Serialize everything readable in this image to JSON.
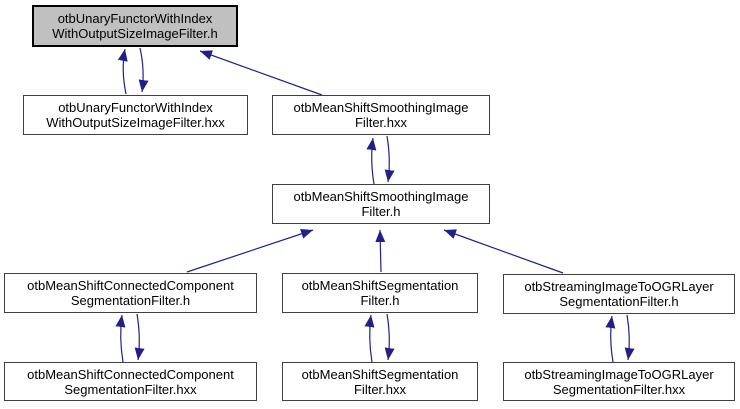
{
  "diagram": {
    "type": "include-dependency-graph",
    "colors": {
      "edge": "#20208a",
      "node_border": "#404040",
      "highlight_fill": "#c0c0c0",
      "highlight_border": "#000000",
      "node_fill": "#ffffff",
      "text": "#000000",
      "background": "#ffffff"
    },
    "nodes": [
      {
        "id": "otbUnaryFunctorWithIndexWithOutputSizeImageFilter.h",
        "lines": [
          "otbUnaryFunctorWithIndex",
          "WithOutputSizeImageFilter.h"
        ],
        "highlighted": true
      },
      {
        "id": "otbUnaryFunctorWithIndexWithOutputSizeImageFilter.hxx",
        "lines": [
          "otbUnaryFunctorWithIndex",
          "WithOutputSizeImageFilter.hxx"
        ],
        "highlighted": false
      },
      {
        "id": "otbMeanShiftSmoothingImageFilter.hxx",
        "lines": [
          "otbMeanShiftSmoothingImage",
          "Filter.hxx"
        ],
        "highlighted": false
      },
      {
        "id": "otbMeanShiftSmoothingImageFilter.h",
        "lines": [
          "otbMeanShiftSmoothingImage",
          "Filter.h"
        ],
        "highlighted": false
      },
      {
        "id": "otbMeanShiftConnectedComponentSegmentationFilter.h",
        "lines": [
          "otbMeanShiftConnectedComponent",
          "SegmentationFilter.h"
        ],
        "highlighted": false
      },
      {
        "id": "otbMeanShiftSegmentationFilter.h",
        "lines": [
          "otbMeanShiftSegmentation",
          "Filter.h"
        ],
        "highlighted": false
      },
      {
        "id": "otbStreamingImageToOGRLayerSegmentationFilter.h",
        "lines": [
          "otbStreamingImageToOGRLayer",
          "SegmentationFilter.h"
        ],
        "highlighted": false
      },
      {
        "id": "otbMeanShiftConnectedComponentSegmentationFilter.hxx",
        "lines": [
          "otbMeanShiftConnectedComponent",
          "SegmentationFilter.hxx"
        ],
        "highlighted": false
      },
      {
        "id": "otbMeanShiftSegmentationFilter.hxx",
        "lines": [
          "otbMeanShiftSegmentation",
          "Filter.hxx"
        ],
        "highlighted": false
      },
      {
        "id": "otbStreamingImageToOGRLayerSegmentationFilter.hxx",
        "lines": [
          "otbStreamingImageToOGRLayer",
          "SegmentationFilter.hxx"
        ],
        "highlighted": false
      }
    ]
  }
}
